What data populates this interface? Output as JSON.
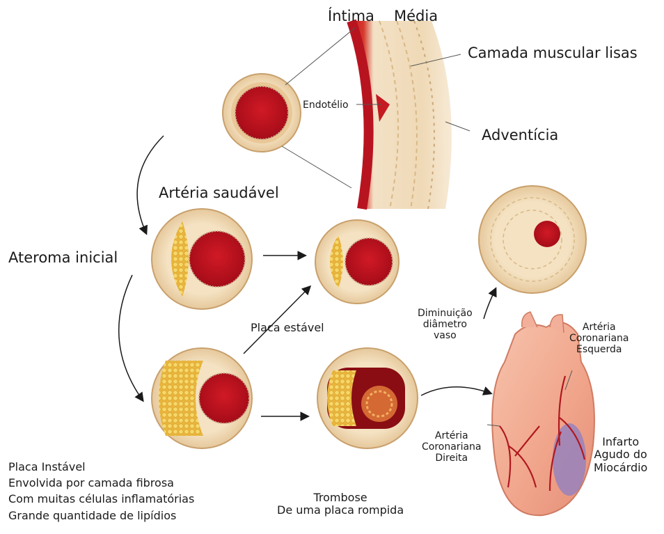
{
  "labels": {
    "intima": "Íntima",
    "media": "Média",
    "camada_muscular": "Camada muscular lisas",
    "endotelio": "Endotélio",
    "adventicia": "Adventícia",
    "arteria_saudavel": "Artéria saudável",
    "ateroma_inicial": "Ateroma inicial",
    "placa_estavel": "Placa estável",
    "diminuicao": [
      "Diminuição",
      "diâmetro",
      "vaso"
    ],
    "coronaria_esquerda": [
      "Artéria",
      "Coronariana",
      "Esquerda"
    ],
    "coronaria_direita": [
      "Artéria",
      "Coronariana",
      "Direita"
    ],
    "infarto": [
      "Infarto",
      "Agudo do",
      "Miocárdio"
    ],
    "trombose": [
      "Trombose",
      "De uma placa rompida"
    ],
    "placa_instavel": [
      "Placa Instável",
      "Envolvida por camada fibrosa",
      "Com muitas células inflamatórias",
      "Grande quantidade de lipídios"
    ]
  },
  "colors": {
    "lumen": "#b8101e",
    "wall": "#f3dcb8",
    "lipid": "#f2c94c",
    "heart": "#f2a98e",
    "infarct": "#8c7fc4"
  }
}
